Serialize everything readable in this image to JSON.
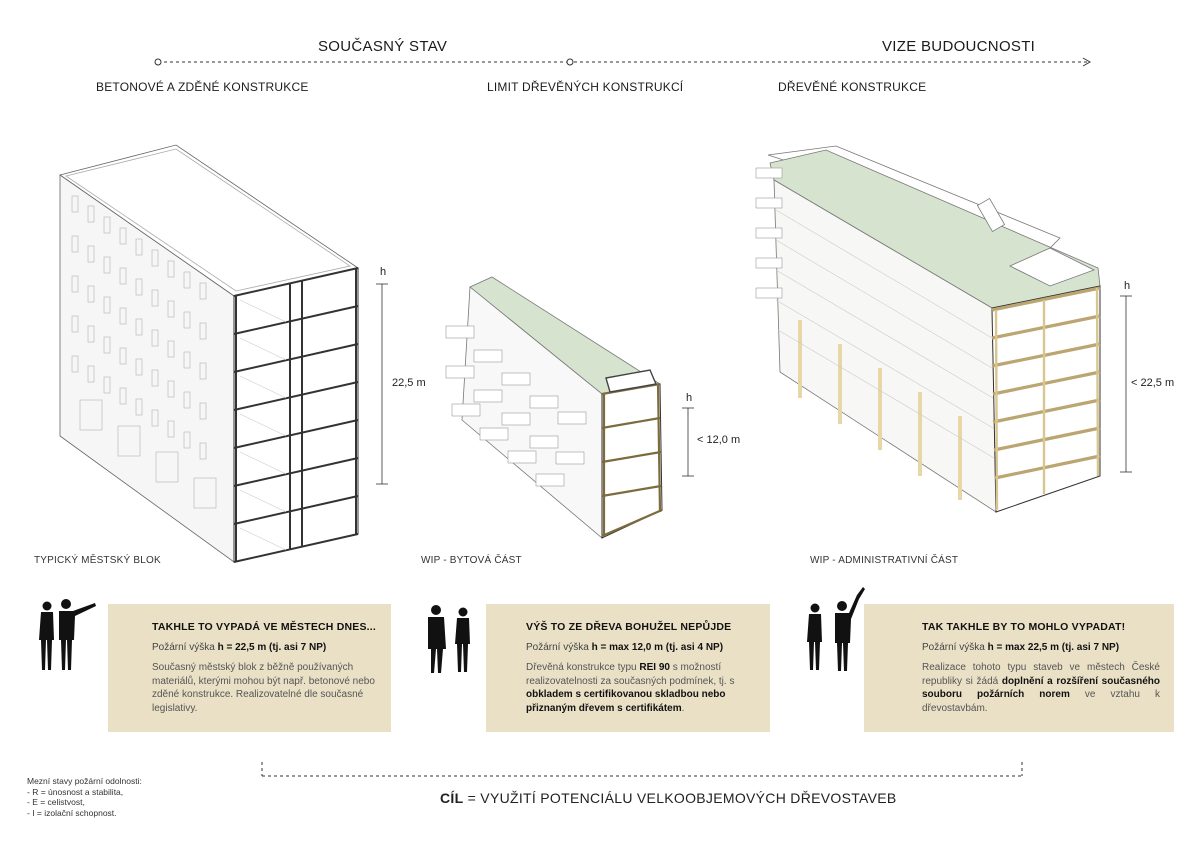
{
  "header": {
    "current_state": "SOUČASNÝ STAV",
    "future_vision": "VIZE BUDOUCNOSTI",
    "concrete_label": "BETONOVÉ A ZDĚNÉ KONSTRUKCE",
    "timber_limit_label": "LIMIT DŘEVĚNÝCH KONSTRUKCÍ",
    "timber_label": "DŘEVĚNÉ KONSTRUKCE"
  },
  "buildings": [
    {
      "caption": "TYPICKÝ MĚSTSKÝ BLOK",
      "dim_h": "h",
      "dim_value": "22,5 m"
    },
    {
      "caption": "WIP - BYTOVÁ ČÁST",
      "dim_h": "h",
      "dim_value": "< 12,0 m"
    },
    {
      "caption": "WIP - ADMINISTRATIVNÍ ČÁST",
      "dim_h": "h",
      "dim_value": "< 22,5 m"
    }
  ],
  "boxes": [
    {
      "title": "TAKHLE TO VYPADÁ VE MĚSTECH DNES...",
      "height_pre": "Požární výška ",
      "height_val": "h = 22,5 m (tj. asi 7 NP)",
      "body": "Současný městský blok z běžně používaných materiálů, kterými mohou být např. betonové nebo zděné konstrukce. Realizovatelné dle současné legislativy."
    },
    {
      "title": "VÝŠ TO ZE DŘEVA BOHUŽEL NEPŮJDE",
      "height_pre": "Požární výška ",
      "height_val": "h = max 12,0 m (tj. asi 4 NP)",
      "body_1": "Dřevěná konstrukce typu ",
      "body_2": "REI 90",
      "body_3": " s možností realizovatelnosti za současných podmínek, tj. s ",
      "body_4": "obkladem s certifikovanou skladbou nebo přiznaným dřevem s certifikátem",
      "body_5": "."
    },
    {
      "title": "TAK TAKHLE BY TO MOHLO VYPADAT!",
      "height_pre": "Požární výška ",
      "height_val": "h = max 22,5 m (tj. asi 7 NP)",
      "body_1": "Realizace tohoto typu staveb ve městech České republiky si žádá ",
      "body_2": "doplnění a rozšíření současného souboru požárních norem",
      "body_3": " ve vztahu k dřevostavbám."
    }
  ],
  "legend": {
    "title": "Mezní stavy požární odolnosti:",
    "items": [
      "- R = únosnost a stabilita,",
      "- E = celistvost,",
      "- I = izolační schopnost."
    ]
  },
  "goal": {
    "bold": "CÍL",
    "rest": " = VYUŽITÍ POTENCIÁLU VELKOOBJEMOVÝCH DŘEVOSTAVEB"
  },
  "colors": {
    "box_fill": "#e9e0c6",
    "roof_green": "#d6e4cf",
    "timber": "#e6d7a8",
    "wall": "#ffffff",
    "line": "#555555"
  }
}
